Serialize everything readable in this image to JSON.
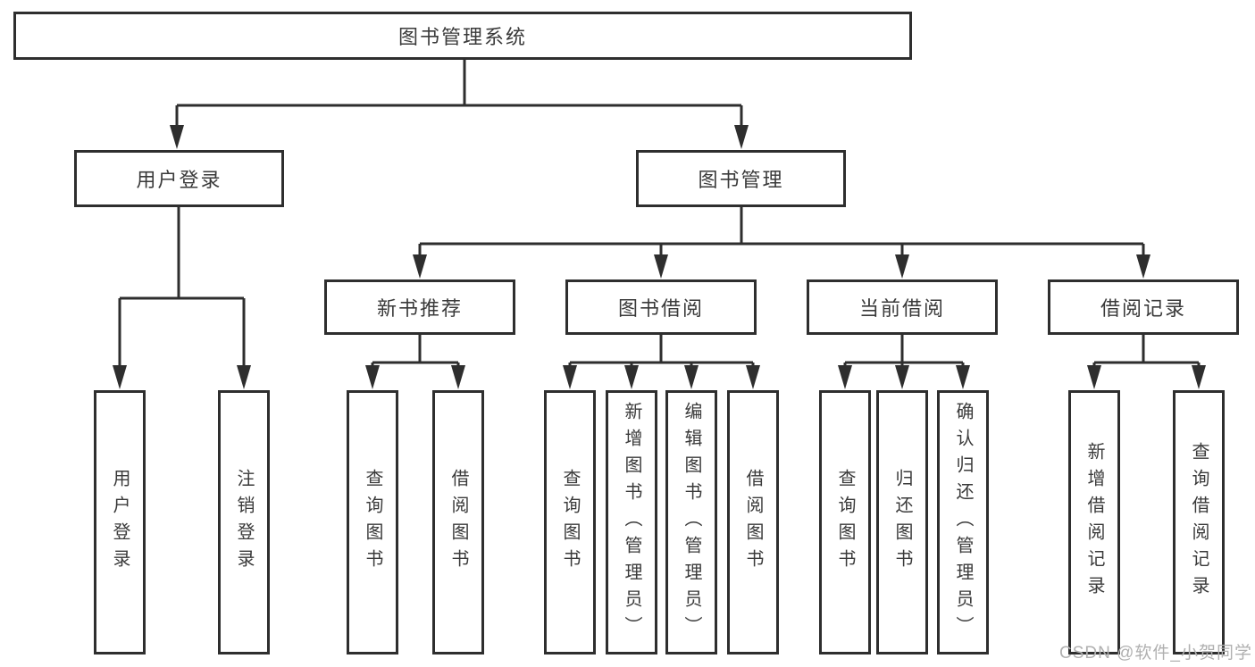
{
  "diagram": {
    "title": "图书管理系统",
    "type": "hierarchy-tree",
    "colors": {
      "line": "#2e2e2e",
      "border": "#2e2e2e",
      "text": "#3a3a3a",
      "watermark": "#b0b0b0",
      "bg": "#ffffff"
    }
  },
  "nodes": {
    "root": "图书管理系统",
    "user_login": "用户登录",
    "book_mgmt": "图书管理",
    "new_books": "新书推荐",
    "book_borrow": "图书借阅",
    "current_borrow": "当前借阅",
    "borrow_records": "借阅记录",
    "leaf_user_login": "用户登录",
    "leaf_logout": "注销登录",
    "leaf_query_books_a": "查询图书",
    "leaf_borrow_books_a": "借阅图书",
    "leaf_query_books_b": "查询图书",
    "leaf_add_books_admin": "新增图书（管理员）",
    "leaf_edit_books_admin": "编辑图书（管理员）",
    "leaf_borrow_books_b": "借阅图书",
    "leaf_query_books_c": "查询图书",
    "leaf_return_books": "归还图书",
    "leaf_confirm_return_admin": "确认归还（管理员）",
    "leaf_add_borrow_record": "新增借阅记录",
    "leaf_query_borrow_record": "查询借阅记录"
  },
  "hierarchy": {
    "图书管理系统": [
      "用户登录",
      "图书管理"
    ],
    "用户登录": [
      "用户登录",
      "注销登录"
    ],
    "图书管理": [
      "新书推荐",
      "图书借阅",
      "当前借阅",
      "借阅记录"
    ],
    "新书推荐": [
      "查询图书",
      "借阅图书"
    ],
    "图书借阅": [
      "查询图书",
      "新增图书（管理员）",
      "编辑图书（管理员）",
      "借阅图书"
    ],
    "当前借阅": [
      "查询图书",
      "归还图书",
      "确认归还（管理员）"
    ],
    "借阅记录": [
      "新增借阅记录",
      "查询借阅记录"
    ]
  },
  "watermark": "CSDN @软件_小贺同学"
}
